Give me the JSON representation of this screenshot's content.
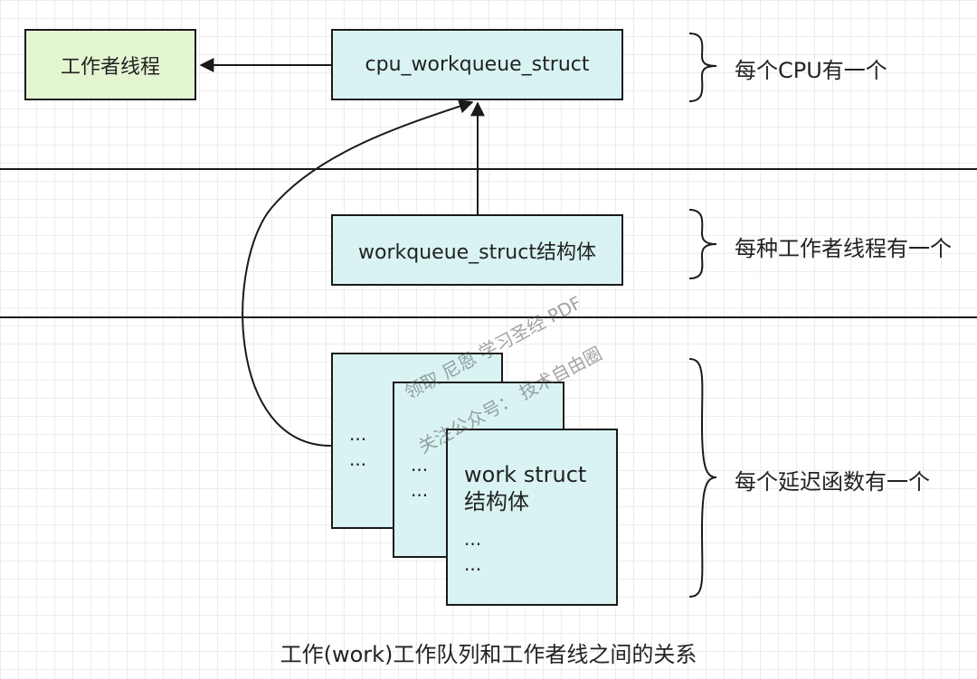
{
  "nodes": {
    "worker_thread": "工作者线程",
    "cpu_wq": "cpu_workqueue_struct",
    "wq_struct": "workqueue_struct结构体",
    "work_struct_line1": "work struct",
    "work_struct_line2": "结构体",
    "ellipsis": "..."
  },
  "notes": {
    "per_cpu": "每个CPU有一个",
    "per_worker": "每种工作者线程有一个",
    "per_deferred": "每个延迟函数有一个"
  },
  "watermark": {
    "line1": "领取 尼恩 学习圣经 PDF",
    "line2": "关注公众号：  技术自由圈"
  },
  "caption": "工作(work)工作队列和工作者线之间的关系",
  "colors": {
    "green_fill": "#e4f5d2",
    "cyan_fill": "#d9f3f3",
    "stroke": "#1a1a1a"
  }
}
